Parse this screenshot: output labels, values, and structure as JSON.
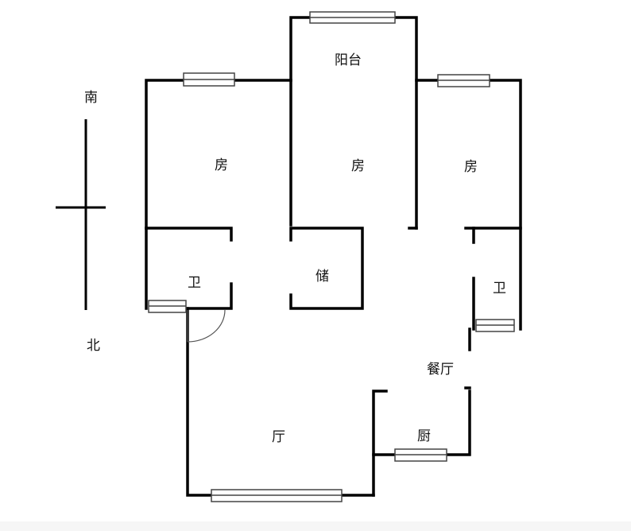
{
  "compass": {
    "south": "南",
    "north": "北"
  },
  "rooms": {
    "balcony": "阳台",
    "bedroom_left": "房",
    "bedroom_middle": "房",
    "bedroom_right": "房",
    "bath_left": "卫",
    "storage": "储",
    "bath_right": "卫",
    "dining": "餐厅",
    "kitchen": "厨",
    "living": "厅"
  },
  "colors": {
    "wall": "#000000",
    "window_fill": "#ffffff",
    "window_stroke": "#444444",
    "door_arc": "#555555"
  }
}
